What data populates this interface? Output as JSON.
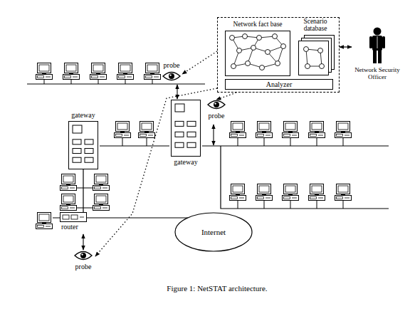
{
  "diagram": {
    "caption": "Figure 1: NetSTAT architecture.",
    "nodes": [
      {
        "text": [
          "probe"
        ]
      },
      {
        "text": [
          "Analyzer"
        ]
      },
      {
        "text": [
          "Network fact base"
        ],
        "in": 1
      },
      {
        "text": [
          "Scenario database"
        ],
        "in": 1
      },
      {
        "text": [
          "Network Security Officer"
        ]
      },
      {
        "text": [
          "probe"
        ]
      },
      {
        "text": [
          "gateway"
        ]
      },
      {
        "text": [
          "gateway"
        ]
      },
      {
        "text": [
          "router"
        ]
      },
      {
        "text": [
          "Internet"
        ]
      },
      {
        "text": [
          "probe"
        ]
      }
    ],
    "edges": [
      {
        "from": 1,
        "to": 0,
        "arrow": "to"
      },
      {
        "from": 1,
        "to": 5,
        "arrow": "to"
      },
      {
        "from": 1,
        "to": 10,
        "arrow": "to"
      },
      {
        "from": 1,
        "to": 4,
        "arrow": "both"
      },
      {
        "from": 6,
        "to": 7,
        "arrow": "none"
      },
      {
        "from": 6,
        "to": 8,
        "arrow": "none"
      },
      {
        "from": 8,
        "to": 9,
        "arrow": "none"
      }
    ]
  }
}
